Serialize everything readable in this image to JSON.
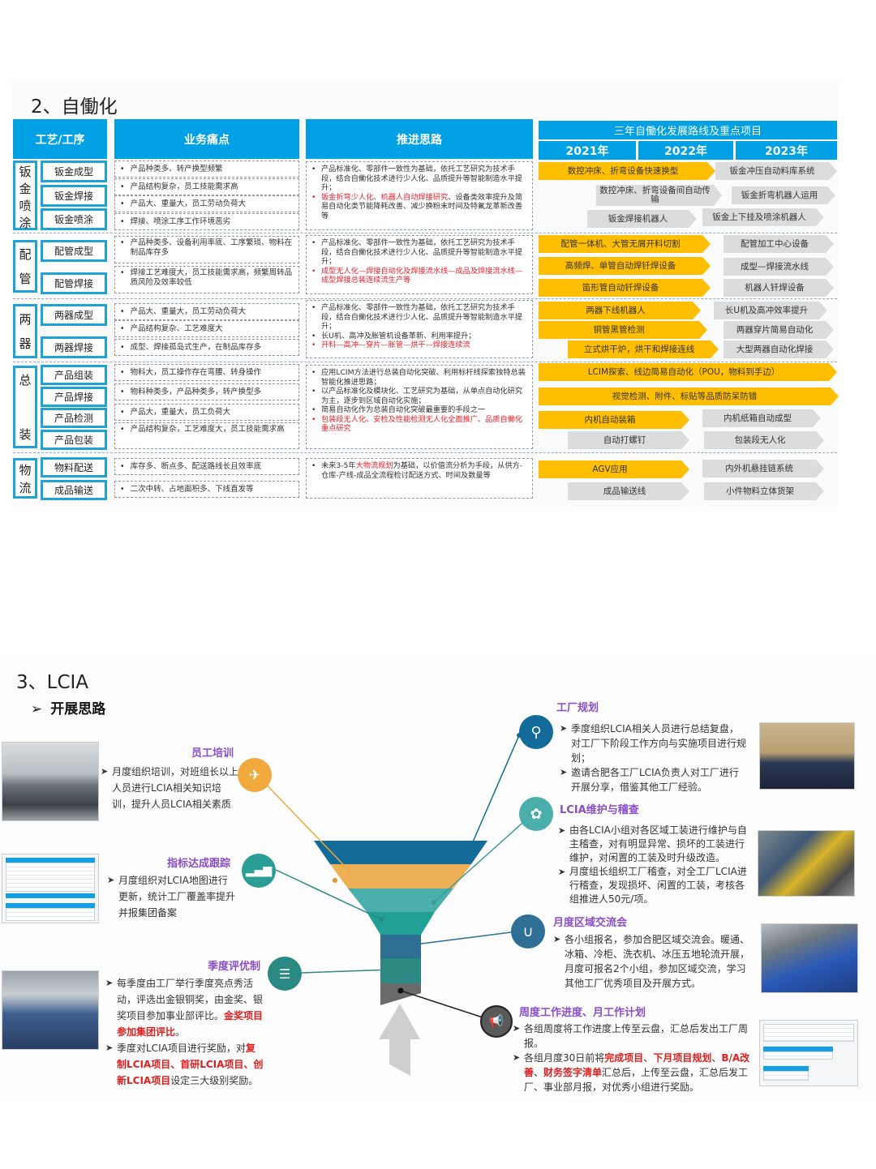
{
  "slide_automation": {
    "title": "2、自働化",
    "headers": {
      "process": "工艺/工序",
      "pain_points": "业务痛点",
      "approach": "推进思路",
      "roadmap": "三年自働化发展路线及重点项目",
      "years": [
        "2021年",
        "2022年",
        "2023年"
      ]
    },
    "groups": [
      {
        "name": "钣金喷涂",
        "processes": [
          "钣金成型",
          "钣金焊接",
          "钣金喷涂"
        ],
        "pains": [
          "产品种类多、转产换型频繁",
          "产品结构复杂，员工技能需求高",
          "产品大、重量大，员工劳动负荷大",
          "焊接、喷涂工序工作环境恶劣"
        ],
        "approach": [
          {
            "text": "产品标准化、零部件一致性为基础，依托工艺研究为技术手段，结合自働化技术进行少人化、品质提升等智能制造水平提升；",
            "highlight": ""
          },
          {
            "text": "、设备类效率提升及简易自动化类节能降耗改善、减少换粉末时间及特氟龙革新改善等",
            "highlight": "钣金折弯少人化、机器人自动焊接研究"
          }
        ],
        "roadmap": [
          {
            "label": "数控冲床、折弯设备快速换型",
            "type": "yellow"
          },
          {
            "label": "钣金冲压自动料库系统",
            "type": "gray"
          },
          {
            "label": "数控冲床、折弯设备间自动传输",
            "type": "gray"
          },
          {
            "label": "钣金折弯机器人运用",
            "type": "gray"
          },
          {
            "label": "钣金焊接机器人",
            "type": "gray"
          },
          {
            "label": "钣金上下挂及喷涂机器人",
            "type": "gray"
          }
        ]
      },
      {
        "name": "配管",
        "processes": [
          "配管成型",
          "配管焊接"
        ],
        "pains": [
          "产品种类多、设备利用率底、工序繁琐、物料在制品库存多",
          "焊接工艺难度大，员工技能需求高，频繁周转品质风险及效率较低"
        ],
        "approach": [
          {
            "text": "产品标准化、零部件一致性为基础，依托工艺研究为技术手段，结合自働化技术进行少人化、品质提升等智能制造水平提升；",
            "highlight": ""
          },
          {
            "text": "",
            "highlight": "成型无人化—焊接自动化及焊接流水线—成品及焊接流水线—成型焊接总装连续流生产等"
          }
        ],
        "roadmap": [
          {
            "label": "配管一体机、大管无屑开料切割",
            "type": "yellow"
          },
          {
            "label": "配管加工中心设备",
            "type": "gray"
          },
          {
            "label": "高频焊、单管自动焊钎焊设备",
            "type": "yellow"
          },
          {
            "label": "成型—焊接流水线",
            "type": "gray"
          },
          {
            "label": "笛形管自动钎焊设备",
            "type": "yellow"
          },
          {
            "label": "机器人钎焊设备",
            "type": "gray"
          }
        ]
      },
      {
        "name": "两器",
        "processes": [
          "两器成型",
          "两器焊接"
        ],
        "pains": [
          "产品大、重量大，员工劳动负荷大",
          "产品结构复杂、工艺难度大",
          "成型、焊接孤岛式生产，在制品库存多"
        ],
        "approach": [
          {
            "text": "产品标准化、零部件一致性为基础，依托工艺研究为技术手段，结合自働化技术进行少人化、品质提升等智能制造水平提升；",
            "highlight": ""
          },
          {
            "text": "长U机、高冲及胀管机设备革新、利用率提升；",
            "highlight": ""
          },
          {
            "text": "",
            "highlight": "开料—高冲—穿片—胀管—烘干—焊接连续流"
          }
        ],
        "roadmap": [
          {
            "label": "两器下线机器人",
            "type": "yellow"
          },
          {
            "label": "长U机及高冲效率提升",
            "type": "gray"
          },
          {
            "label": "铜管黑管检测",
            "type": "yellow"
          },
          {
            "label": "两器穿片简易自动化",
            "type": "gray"
          },
          {
            "label": "立式烘干炉，烘干和焊接连线",
            "type": "yellow"
          },
          {
            "label": "大型两器自动化焊接",
            "type": "gray"
          }
        ]
      },
      {
        "name": "总装",
        "processes": [
          "产品组装",
          "产品焊接",
          "产品检测",
          "产品包装"
        ],
        "pains": [
          "物料大，员工操作存在弯腰、转身操作",
          "物料种类多，产品种类多，转产换型多",
          "产品大，重量大，员工负荷大",
          "产品结构复杂，工艺难度大，员工技能需求高"
        ],
        "approach": [
          {
            "text": "应用LCIM方法进行总装自动化突破、利用标杆线探索独特总装智能化推进思路；",
            "highlight": ""
          },
          {
            "text": "以产品标准化及模块化、工艺研究为基础，从单点自动化研究为主，逐步到区域自动化实施；",
            "highlight": ""
          },
          {
            "text": "简易自动化作为总装自动化突破最重要的手段之一",
            "highlight": ""
          },
          {
            "text": "",
            "highlight": "包装段无人化、安检及性能检测无人化全面推广、品质自働化重点研究"
          }
        ],
        "roadmap": [
          {
            "label": "LCIM探索、线边简易自动化（POU，物料到手边）",
            "type": "yellow"
          },
          {
            "label": "视觉检测、附件、标贴等品质防呆防错",
            "type": "yellow"
          },
          {
            "label": "内机自动装箱",
            "type": "yellow"
          },
          {
            "label": "内机纸箱自动成型",
            "type": "gray"
          },
          {
            "label": "自动打螺钉",
            "type": "gray"
          },
          {
            "label": "包装段无人化",
            "type": "gray"
          }
        ]
      },
      {
        "name": "物流",
        "processes": [
          "物料配送",
          "成品输送"
        ],
        "pains": [
          "库存多、断点多、配送路线长且效率底",
          "二次中转、占地面积多、下线直发等"
        ],
        "approach": [
          {
            "pre": "未来3-5年",
            "highlight": "大物流规划",
            "text": "为基础，以价值流分析为手段，从供方-仓库-产线-成品全流程检讨配送方式、时间及数量等"
          }
        ],
        "roadmap": [
          {
            "label": "AGV应用",
            "type": "yellow"
          },
          {
            "label": "内外机悬挂链系统",
            "type": "gray"
          },
          {
            "label": "成品输送线",
            "type": "gray"
          },
          {
            "label": "小件物料立体货架",
            "type": "gray"
          }
        ]
      }
    ]
  },
  "slide_lcia": {
    "title": "3、LCIA",
    "subtitle_bullet": "➢",
    "subtitle": "开展思路",
    "colors": {
      "orange": "#f0a93a",
      "teal": "#2a9d94",
      "blue": "#136b9a",
      "gray": "#5a5a5a",
      "purple": "#8a4fc8",
      "red": "#e02020"
    },
    "sections": {
      "training": {
        "title": "员工培训",
        "icon": "satellite-dish-icon",
        "text": "月度组织培训，对班组长以上人员进行LCIA相关知识培训，提升人员LCIA相关素质"
      },
      "kpi": {
        "title": "指标达成跟踪",
        "icon": "bar-chart-icon",
        "text": "月度组织对LCIA地图进行更新，统计工厂覆盖率提升并报集团备案"
      },
      "quarterly": {
        "title": "季度评优制",
        "icon": "database-icon",
        "items": [
          {
            "a": "每季度由工厂举行季度亮点秀活动，评选出金银铜奖，由金奖、银奖项目参加事业部评比。",
            "r1": "金奖项目参加集团评比",
            "b": "。"
          },
          {
            "a": "季度对LCIA项目进行奖励，对",
            "r1": "复制LCIA项目、首研LCIA项目、创新LCIA项目",
            "b": "设定三大级别奖励。"
          }
        ]
      },
      "planning": {
        "title": "工厂规划",
        "icon": "search-icon",
        "items": [
          "季度组织LCIA相关人员进行总结复盘，对工厂下阶段工作方向与实施项目进行规划；",
          "邀请合肥各工厂LCIA负责人对工厂进行开展分享，借鉴其他工厂经验。"
        ]
      },
      "maintenance": {
        "title": "LCIA维护与稽查",
        "icon": "palette-icon",
        "items": [
          "由各LCIA小组对各区域工装进行维护与自主稽查，对有明显异常、损坏的工装进行维护，对闲置的工装及时升级改造。",
          "月度组长组织工厂稽查，对全工厂LCIA进行稽查，发现损坏、闲置的工装，考核各组推进人50元/项。"
        ]
      },
      "exchange": {
        "title": "月度区域交流会",
        "icon": "magnet-icon",
        "text": "各小组报名，参加合肥区域交流会。暖通、冰箱、冷柜、洗衣机、冰压五地轮流开展，月度可报名2个小组，参加区域交流，学习其他工厂优秀项目及开展方式。"
      },
      "weekly": {
        "title": "周度工作进度、月工作计划",
        "icon": "megaphone-icon",
        "item1": "各组周度将工作进度上传至云盘，汇总后发出工厂周报。",
        "item2_pre": "各组月度30日前将",
        "item2_r1": "完成项目",
        "item2_sep1": "、",
        "item2_r2": "下月项目规划",
        "item2_sep2": "、",
        "item2_r3": "B/A改善",
        "item2_sep3": "、",
        "item2_r4": "财务签字清单",
        "item2_post": "汇总后，上传至云盘，汇总后发工厂、事业部月报，对优秀小组进行奖励。"
      }
    }
  }
}
